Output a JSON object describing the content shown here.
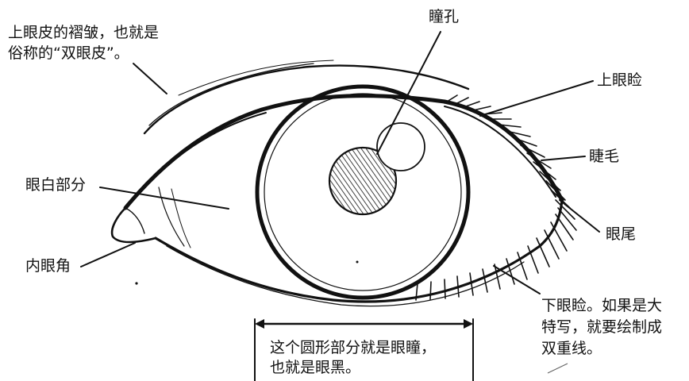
{
  "labels": {
    "upper_crease": [
      "上眼皮的褶皱，也就是",
      "俗称的“双眼皮”。"
    ],
    "pupil": "瞳孔",
    "upper_lid": "上眼睑",
    "eyelash": "睫毛",
    "sclera": "眼白部分",
    "inner_corner": "内眼角",
    "outer_corner": "眼尾",
    "lower_lid": [
      "下眼睑。如果是大",
      "特写，就要绘制成",
      "双重线。"
    ],
    "iris": [
      "这个圆形部分就是眼瞳，",
      "也就是眼黑。"
    ]
  },
  "colors": {
    "ink": "#111111",
    "paper": "#ffffff"
  }
}
